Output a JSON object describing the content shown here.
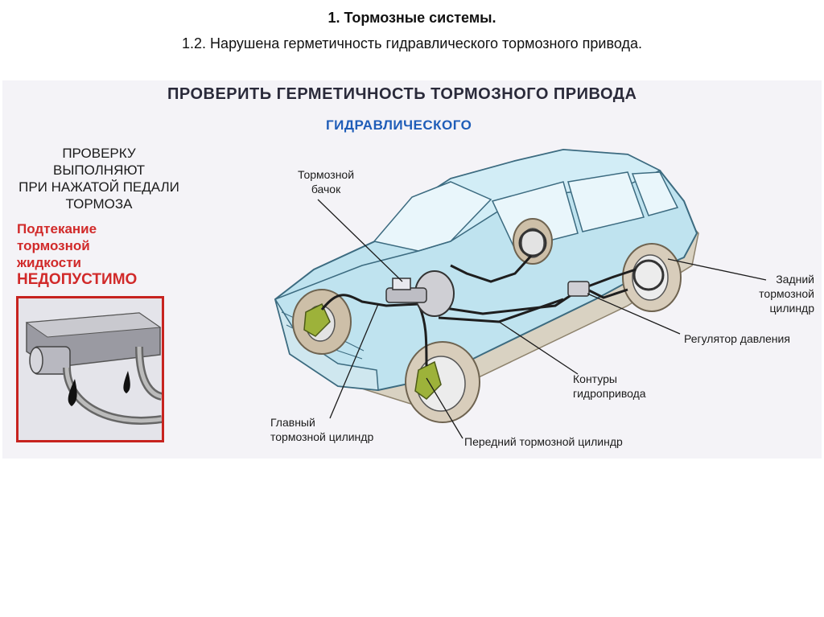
{
  "slide": {
    "title": "1. Тормозные системы.",
    "subtitle": "1.2. Нарушена герметичность гидравлического тормозного привода."
  },
  "poster": {
    "heading": "ПРОВЕРИТЬ ГЕРМЕТИЧНОСТЬ ТОРМОЗНОГО ПРИВОДА",
    "subheading": "ГИДРАВЛИЧЕСКОГО",
    "check_note": [
      "ПРОВЕРКУ",
      "ВЫПОЛНЯЮТ",
      "ПРИ НАЖАТОЙ ПЕДАЛИ",
      "ТОРМОЗА"
    ],
    "leak_warning": [
      "Подтекание",
      "тормозной",
      "жидкости"
    ],
    "leak_forbidden": "НЕДОПУСТИМО"
  },
  "labels": {
    "reservoir": [
      "Тормозной",
      "бачок"
    ],
    "rear_cylinder": [
      "Задний",
      "тормозной",
      "цилиндр"
    ],
    "pressure_regulator": "Регулятор давления",
    "circuits": [
      "Контуры",
      "гидропривода"
    ],
    "master_cylinder": [
      "Главный",
      "тормозной цилиндр"
    ],
    "front_cylinder": "Передний тормозной цилиндр"
  },
  "colors": {
    "car_body": "#bfe3ef",
    "car_outline": "#3c6b80",
    "tire": "#d8cdbb",
    "caliper": "#9db23a",
    "warning_red": "#d12a2a",
    "heading_blue": "#1f5db8"
  }
}
